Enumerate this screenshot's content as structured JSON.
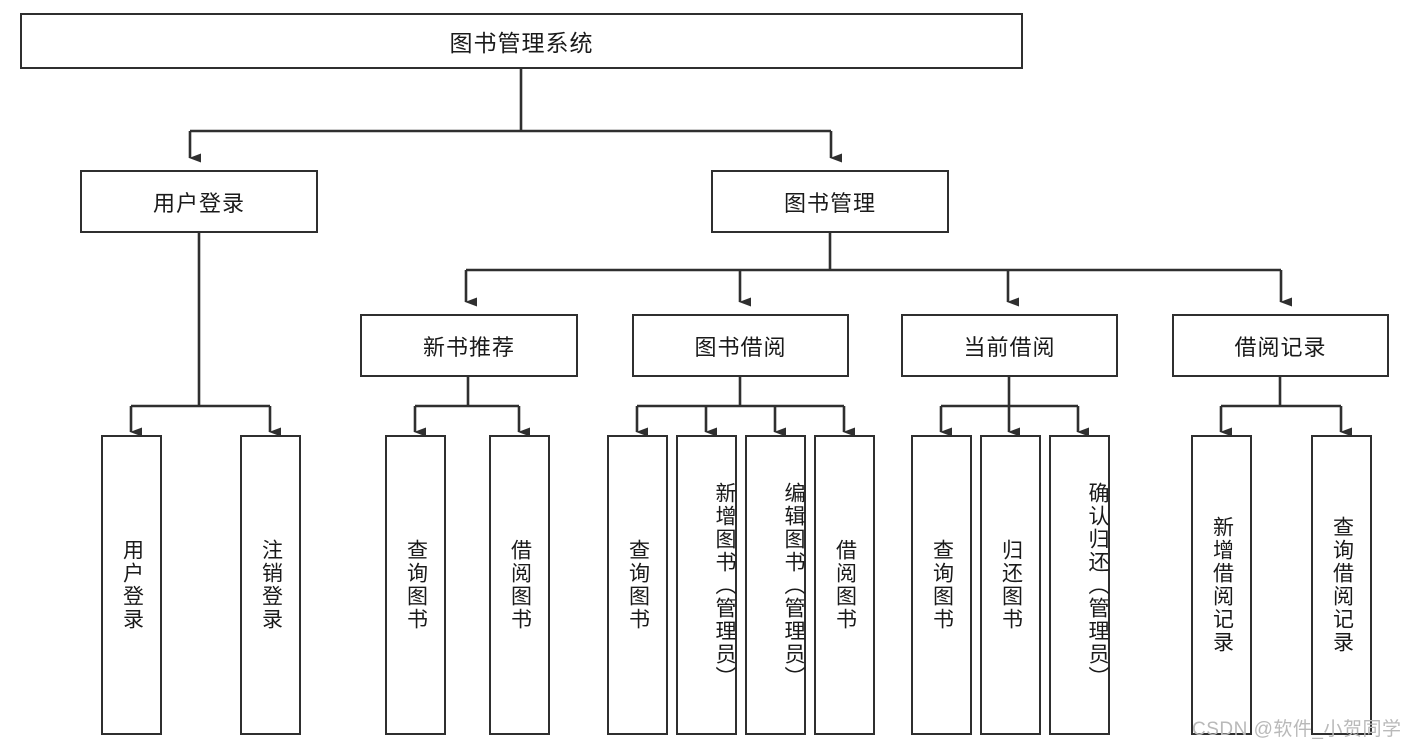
{
  "diagram": {
    "title": "图书管理系统",
    "type": "functional-structure-tree",
    "watermark": "CSDN @软件_小贺同学",
    "colors": {
      "box_border": "#2f2f2f",
      "box_fill": "#ffffff",
      "edge": "#2f2f2f",
      "text": "#1a1a1a",
      "watermark": "#b9b9b9"
    },
    "levels": {
      "root": {
        "label": "图书管理系统"
      },
      "level2": [
        {
          "id": "user-login",
          "label": "用户登录"
        },
        {
          "id": "book-manage",
          "label": "图书管理"
        }
      ],
      "level3": [
        {
          "id": "new-book-recommend",
          "label": "新书推荐"
        },
        {
          "id": "book-borrow",
          "label": "图书借阅"
        },
        {
          "id": "current-borrow",
          "label": "当前借阅"
        },
        {
          "id": "borrow-record",
          "label": "借阅记录"
        }
      ],
      "leaves": {
        "user_login": [
          {
            "id": "leaf-user-login",
            "label": "用户登录"
          },
          {
            "id": "leaf-logout-login",
            "label": "注销登录"
          }
        ],
        "new_book_recommend": [
          {
            "id": "leaf-query-book-1",
            "label": "查询图书"
          },
          {
            "id": "leaf-borrow-book-1",
            "label": "借阅图书"
          }
        ],
        "book_borrow": [
          {
            "id": "leaf-query-book-2",
            "label": "查询图书"
          },
          {
            "id": "leaf-add-book",
            "label": "新增图书（管理员）"
          },
          {
            "id": "leaf-edit-book",
            "label": "编辑图书（管理员）"
          },
          {
            "id": "leaf-borrow-book-2",
            "label": "借阅图书"
          }
        ],
        "current_borrow": [
          {
            "id": "leaf-query-book-3",
            "label": "查询图书"
          },
          {
            "id": "leaf-return-book",
            "label": "归还图书"
          },
          {
            "id": "leaf-confirm-return",
            "label": "确认归还（管理员）"
          }
        ],
        "borrow_record": [
          {
            "id": "leaf-add-record",
            "label": "新增借阅记录"
          },
          {
            "id": "leaf-query-record",
            "label": "查询借阅记录"
          }
        ]
      }
    }
  }
}
